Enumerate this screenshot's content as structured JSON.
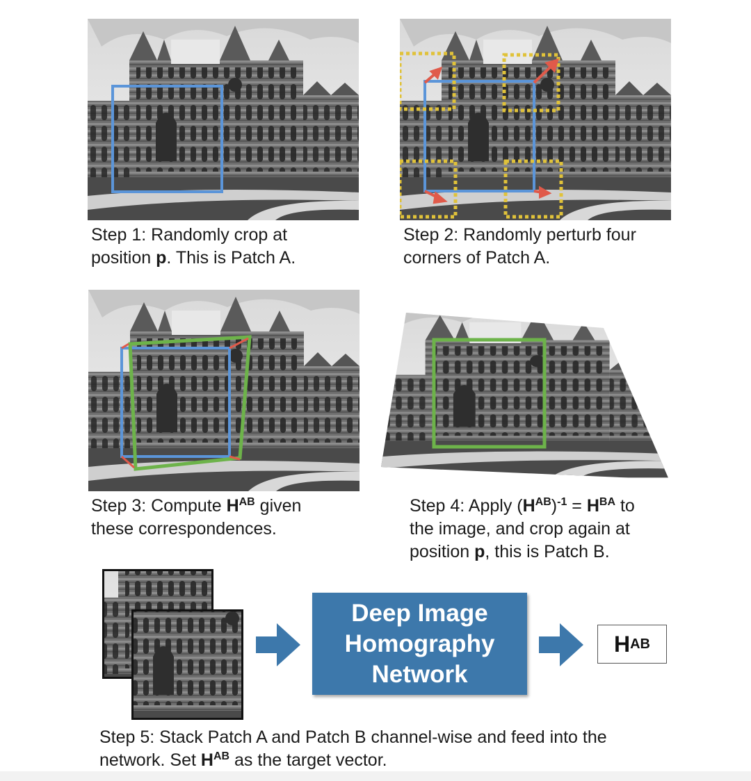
{
  "step1": {
    "pre": "Step 1: Randomly crop at",
    "pos": "position ",
    "bold": "p",
    "post": ". This is Patch A."
  },
  "step2": {
    "line1": "Step 2: Randomly perturb four",
    "line2": "corners of Patch A."
  },
  "step3": {
    "pre": "Step 3: Compute ",
    "H": "H",
    "sup": "AB",
    "post": " given",
    "line2": "these correspondences."
  },
  "step4": {
    "pre": "Step 4: Apply (",
    "H1": "H",
    "sup1": "AB",
    "mid": ")",
    "supExp": "-1",
    "eq": " = ",
    "H2": "H",
    "sup2": "BA",
    "post": " to",
    "line2": "the image, and crop again at",
    "line3pre": "position ",
    "line3bold": "p",
    "line3post": ", this is Patch B."
  },
  "network": {
    "line1": "Deep Image",
    "line2": "Homography",
    "line3": "Network"
  },
  "output": {
    "H": "H",
    "sup": "AB"
  },
  "step5": {
    "line1": "Step 5: Stack Patch A and Patch B channel-wise and feed into the",
    "line2pre": "network. Set ",
    "H": "H",
    "sup": "AB",
    "line2post": " as the target vector."
  },
  "colors": {
    "patchA": "#5b95d9",
    "patchB": "#6db34a",
    "corner": "#e0c23a",
    "arrow": "#e05a4a",
    "network": "#3d78ab"
  }
}
